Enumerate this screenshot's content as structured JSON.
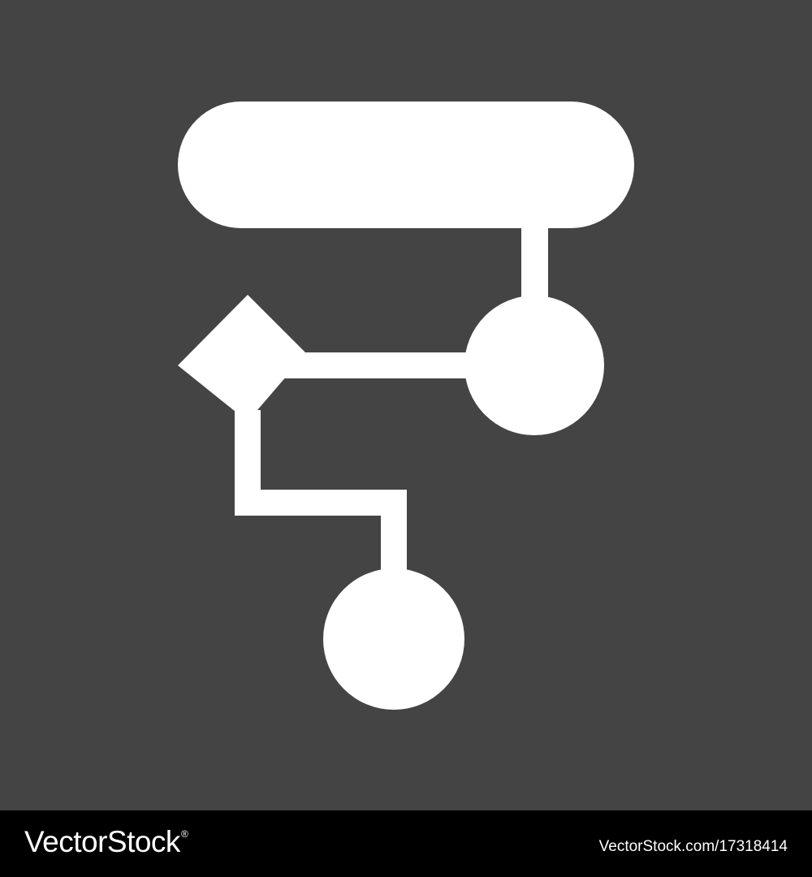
{
  "colors": {
    "background": "#444444",
    "icon": "#ffffff",
    "footer": "#000000",
    "footer_text": "#ffffff"
  },
  "icon": {
    "name": "flowchart-icon",
    "shapes": [
      "terminator",
      "connector-circle",
      "decision-diamond",
      "end-circle"
    ]
  },
  "footer": {
    "logo_text": "VectorStock",
    "logo_mark": "®",
    "image_id": "VectorStock.com/17318414"
  }
}
